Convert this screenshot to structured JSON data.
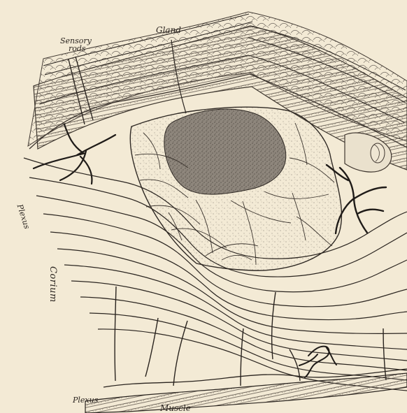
{
  "labels": {
    "sensory_line1": "Sensory",
    "sensory_line2": "rods",
    "gland": "Gland",
    "plexus_left": "Plexus",
    "corium": "Corium",
    "plexus_bottom": "Plexus",
    "muscle": "Muscle"
  },
  "colors": {
    "paper": "#f3ead5",
    "ink": "#2a241d",
    "gland_core": "#8d857b",
    "gland_outer": "#ddd5ca"
  }
}
